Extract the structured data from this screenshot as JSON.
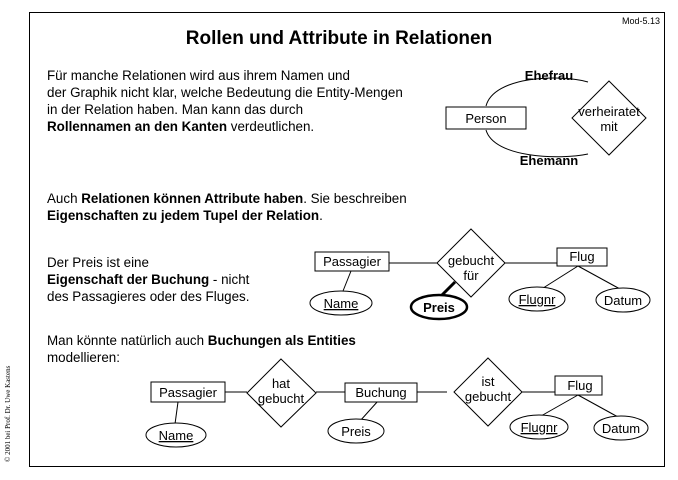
{
  "slide_code": "Mod-5.13",
  "title": "Rollen und Attribute in Relationen",
  "copyright": "© 2001 bei Prof. Dr. Uwe Kastens",
  "para1": {
    "l1": "Für manche Relationen wird aus ihrem Namen und",
    "l2": "der Graphik nicht klar, welche Bedeutung die Entity-Mengen",
    "l3": "in der Relation haben. Man kann das durch",
    "l4_bold": "Rollennamen an den Kanten",
    "l4_rest": " verdeutlichen."
  },
  "para2": {
    "l1_a": "Auch ",
    "l1_bold": "Relationen können Attribute haben",
    "l1_rest": ". Sie beschreiben",
    "l2_bold": "Eigenschaften zu jedem Tupel der Relation",
    "l2_rest": "."
  },
  "para3": {
    "l1": "Der Preis ist eine",
    "l2_bold": "Eigenschaft der Buchung",
    "l2_rest": " - nicht",
    "l3": "des Passagieres oder des Fluges."
  },
  "para4": {
    "l1_a": "Man könnte natürlich auch ",
    "l1_bold": "Buchungen als Entities",
    "l2": "modellieren:"
  },
  "diagram1": {
    "entity": "Person",
    "relation_l1": "verheiratet",
    "relation_l2": "mit",
    "role_top": "Ehefrau",
    "role_bottom": "Ehemann"
  },
  "diagram2": {
    "entity_left": "Passagier",
    "entity_right": "Flug",
    "relation_l1": "gebucht",
    "relation_l2": "für",
    "attr_left": "Name",
    "attr_relation": "Preis",
    "attr_right_1": "Flugnr",
    "attr_right_2": "Datum"
  },
  "diagram3": {
    "entity_1": "Passagier",
    "entity_2": "Buchung",
    "entity_3": "Flug",
    "relation_1_l1": "hat",
    "relation_1_l2": "gebucht",
    "relation_2_l1": "ist",
    "relation_2_l2": "gebucht",
    "attr_1": "Name",
    "attr_2": "Preis",
    "attr_3": "Flugnr",
    "attr_4": "Datum"
  }
}
